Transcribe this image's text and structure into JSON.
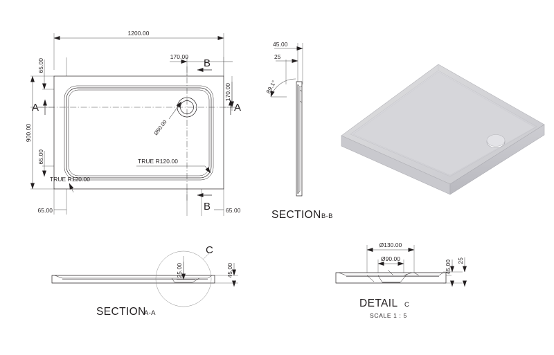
{
  "document": {
    "type": "engineering-drawing",
    "subject": "rectangular shower tray",
    "background_color": "#ffffff",
    "line_color": "#231f20",
    "model_surface_color": "#d4d4d8"
  },
  "top_view": {
    "name": "plan-view",
    "dimensions": {
      "overall_width": "1200.00",
      "overall_height": "900.00",
      "drain_offset_from_right": "170.00",
      "drain_offset_from_top": "170.00",
      "margin_left_bottom": "65.00",
      "margin_right_bottom": "65.00",
      "margin_top_left": "65.00",
      "margin_bottom_left": "65.00",
      "drain_diameter": "Ø90.00",
      "corner_radius_left": "TRUE R120.00",
      "corner_radius_right": "TRUE R120.00"
    },
    "section_markers": {
      "a_left": "A",
      "a_right": "A",
      "b_top": "B",
      "b_bottom": "B"
    }
  },
  "section_bb": {
    "name": "section-b-b",
    "title": "SECTION",
    "title_suffix": "B-B",
    "dimensions": {
      "overall_height": "45.00",
      "inner_height": "25",
      "wall_angle": "89.1°"
    }
  },
  "isometric_view": {
    "name": "isometric-3d-model",
    "description": "3D shaded isometric of shower tray with drain hole"
  },
  "section_aa": {
    "name": "section-a-a",
    "title": "SECTION",
    "title_suffix": "A-A",
    "detail_marker": "C",
    "dimensions": {
      "drain_recess": "25.00",
      "overall_height": "45.00"
    }
  },
  "detail_c": {
    "name": "detail-c",
    "title": "DETAIL",
    "title_suffix": "C",
    "scale": "SCALE  1 : 5",
    "dimensions": {
      "outer_diameter": "Ø130.00",
      "inner_diameter": "Ø90.00",
      "overall_height": "45.00",
      "recess_height": "25"
    }
  }
}
